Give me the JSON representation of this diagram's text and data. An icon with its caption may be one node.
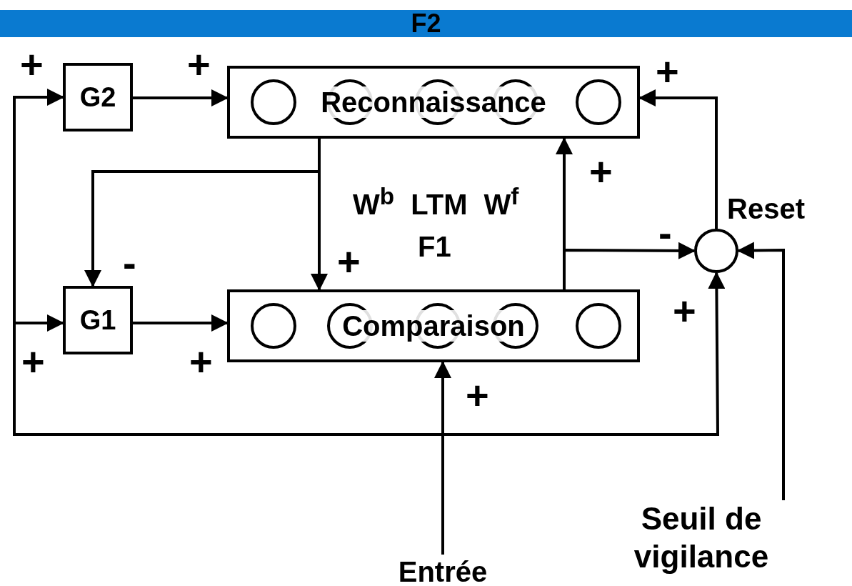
{
  "diagram": {
    "title": "F2",
    "nodes": [
      {
        "text": [
          "G2"
        ]
      },
      {
        "text": [
          "Reconnaissance"
        ]
      },
      {
        "text": [
          "G1"
        ]
      },
      {
        "text": [
          "Comparaison"
        ]
      },
      {
        "text": [],
        "shape": "circle",
        "beside": [
          "Reset"
        ]
      },
      {
        "text": [
          "Entrée"
        ]
      },
      {
        "text": [
          "Seuil de vigilance"
        ]
      }
    ],
    "edges": [
      {
        "from": 0,
        "to": 1,
        "arrow": "to"
      },
      {
        "from": 2,
        "to": 3,
        "arrow": "to"
      },
      {
        "from": 1,
        "to": 3,
        "arrow": "to"
      },
      {
        "from": 1,
        "to": 2,
        "arrow": "to"
      },
      {
        "from": 3,
        "to": 1,
        "arrow": "to"
      },
      {
        "from": 3,
        "to": 4,
        "arrow": "to"
      },
      {
        "from": 4,
        "to": 1,
        "arrow": "to"
      },
      {
        "from": 6,
        "to": 4,
        "arrow": "to"
      },
      {
        "from": 5,
        "to": 3,
        "arrow": "to"
      },
      {
        "from": 5,
        "to": 4,
        "arrow": "to"
      },
      {
        "from": 5,
        "to": 0,
        "arrow": "to"
      },
      {
        "from": 5,
        "to": 2,
        "arrow": "to"
      }
    ],
    "labels": [
      "+",
      "+",
      "+",
      "+",
      "W$^{b}$ LTM W$^{f}$",
      "-",
      "F1",
      "+",
      "-",
      "+",
      "+",
      "+",
      "+"
    ]
  }
}
